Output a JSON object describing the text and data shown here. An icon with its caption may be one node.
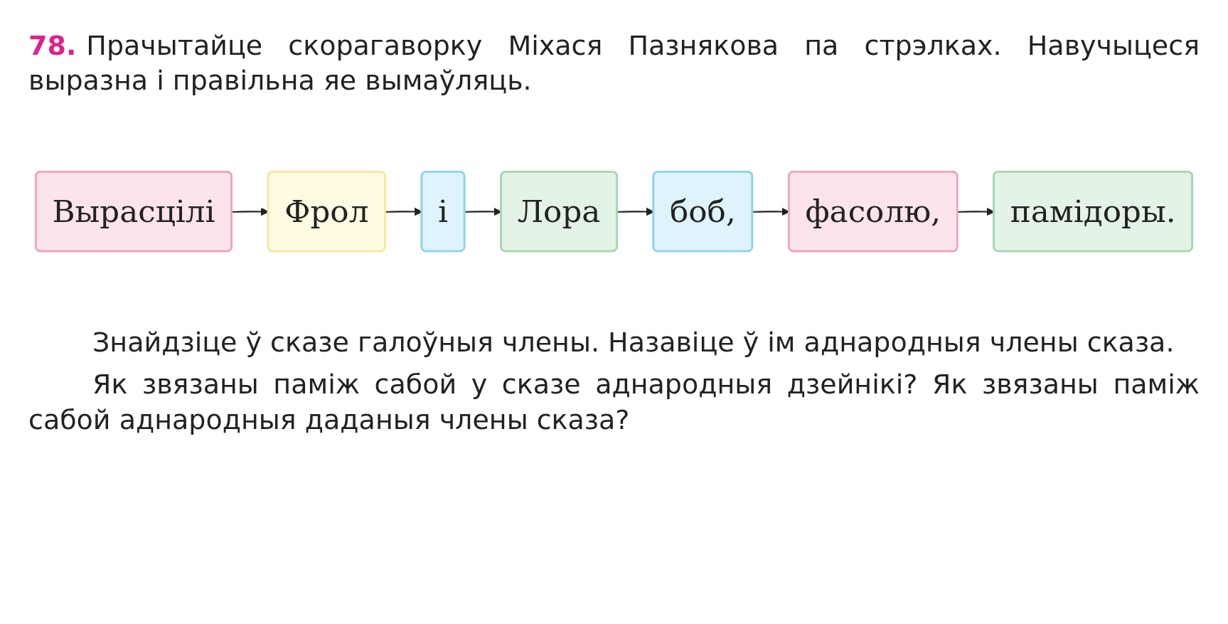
{
  "diagram": {
    "nodes": [
      {
        "text": [
          "Вырасцілі"
        ]
      },
      {
        "text": [
          "Фрол"
        ]
      },
      {
        "text": [
          "і"
        ]
      },
      {
        "text": [
          "Лора"
        ]
      },
      {
        "text": [
          "боб,"
        ]
      },
      {
        "text": [
          "фасолю,"
        ]
      },
      {
        "text": [
          "памідоры."
        ]
      }
    ],
    "edges": [
      {
        "from": 0,
        "to": 1,
        "arrow": "to"
      },
      {
        "from": 1,
        "to": 2,
        "arrow": "to"
      },
      {
        "from": 2,
        "to": 3,
        "arrow": "to"
      },
      {
        "from": 3,
        "to": 4,
        "arrow": "to"
      },
      {
        "from": 4,
        "to": 5,
        "arrow": "to"
      },
      {
        "from": 5,
        "to": 6,
        "arrow": "to"
      }
    ],
    "labels": [
      "78.",
      "Прачытайце скорагаворку Міхася Пазнякова па стрэлках. Навучыцеся выразна і правільна яе вымаўляць.",
      "Знайдзіце ў сказе галоўныя члены. Назавіце ў ім аднародныя члены сказа.",
      "Як звязаны паміж сабой у сказе аднародныя дзейнікі? Як звязаны паміж сабой аднародныя даданыя члены сказа?"
    ]
  }
}
